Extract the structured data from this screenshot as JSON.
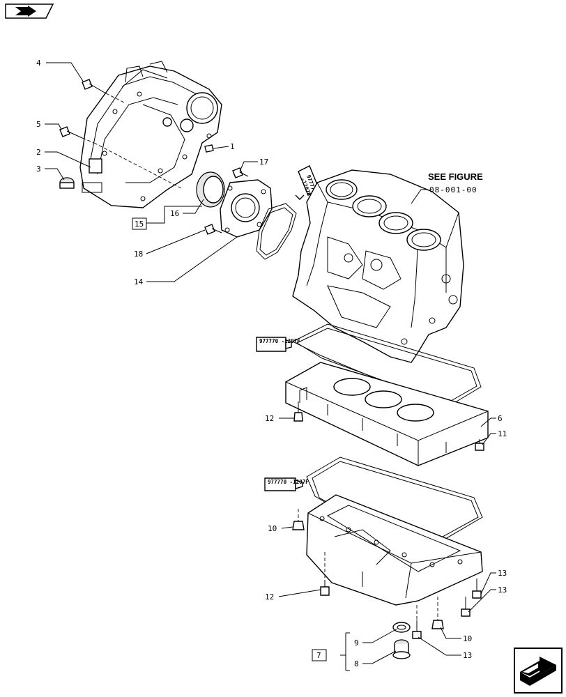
{
  "nav": {
    "back_icon": "arrow-bookmark-icon",
    "next_icon": "arrow-next-page-icon"
  },
  "reference": {
    "see_figure": "SEE FIGURE",
    "figure_code": "08-001-00"
  },
  "tubes": {
    "tube_a": [
      "977770",
      "-1207F"
    ],
    "tube_b": "977770 -1207F",
    "tube_c": "977770 -1207F"
  },
  "callouts": {
    "c1": "1",
    "c2": "2",
    "c3": "3",
    "c4": "4",
    "c5": "5",
    "c6": "6",
    "c7": "7",
    "c8": "8",
    "c9": "9",
    "c10a": "10",
    "c10b": "10",
    "c11": "11",
    "c12a": "12",
    "c12b": "12",
    "c13a": "13",
    "c13b": "13",
    "c13c": "13",
    "c14": "14",
    "c15": "15",
    "c16": "16",
    "c17": "17",
    "c18": "18"
  }
}
